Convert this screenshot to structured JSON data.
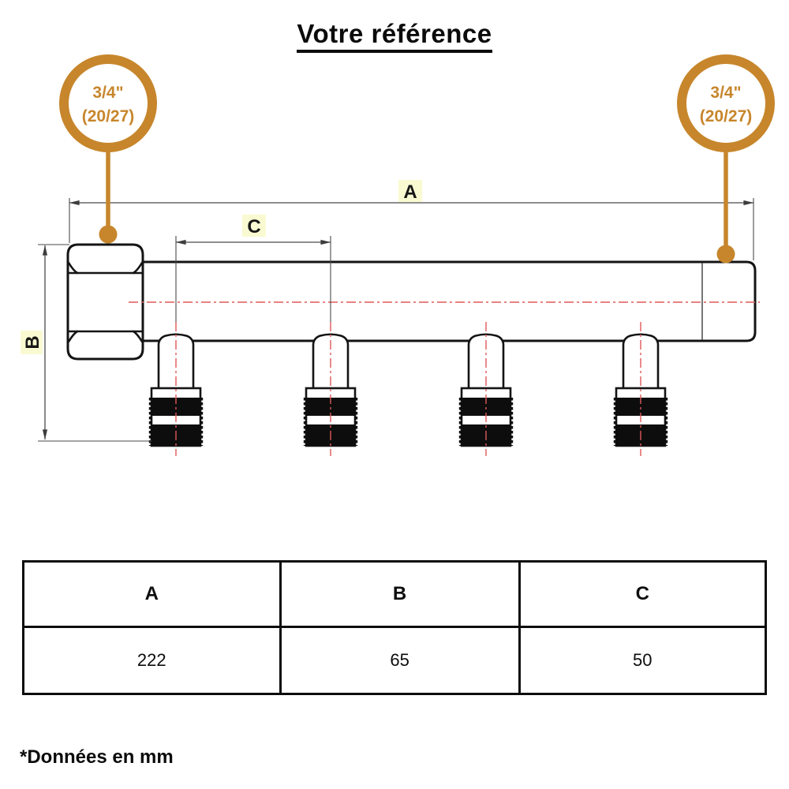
{
  "title": "Votre référence",
  "callouts": {
    "left": {
      "line1": "3/4\"",
      "line2": "(20/27)"
    },
    "right": {
      "line1": "3/4\"",
      "line2": "(20/27)"
    }
  },
  "dimension_labels": {
    "a": "A",
    "b": "B",
    "c": "C"
  },
  "table": {
    "headers": [
      "A",
      "B",
      "C"
    ],
    "values": [
      "222",
      "65",
      "50"
    ]
  },
  "footnote": "*Données en mm",
  "colors": {
    "accent_orange": "#C7862C",
    "dimension_label_background": "#FAFAD2",
    "centerline_red": "#E05858",
    "drawing_line": "#141414"
  }
}
